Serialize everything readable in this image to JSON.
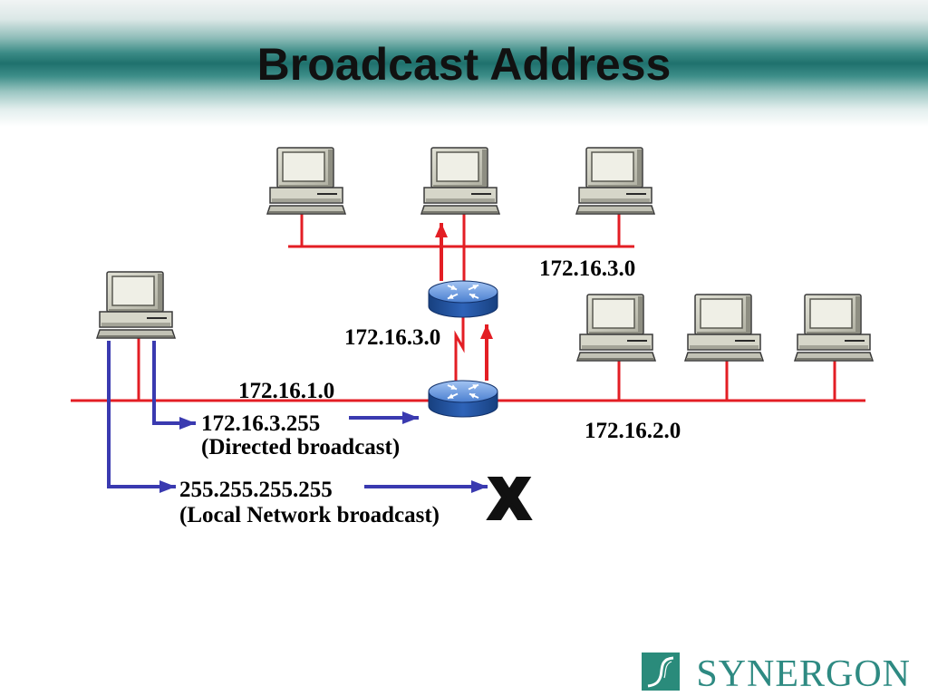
{
  "slide": {
    "title": "Broadcast Address"
  },
  "diagram": {
    "networks": {
      "top": "172.16.3.0",
      "router_link": "172.16.3.0",
      "left": "172.16.1.0",
      "right": "172.16.2.0"
    },
    "directed_broadcast": {
      "address": "172.16.3.255",
      "description": "(Directed broadcast)"
    },
    "local_broadcast": {
      "address": "255.255.255.255",
      "description": "(Local Network broadcast)"
    },
    "blocked_mark": "X",
    "icons": {
      "computer": "computer-icon",
      "router": "router-icon"
    }
  },
  "logo": {
    "text": "SYNERGON",
    "icon": "synergon-logo-icon"
  },
  "colors": {
    "network_line": "#e31e24",
    "broadcast_arrow": "#3a3ab0",
    "header_band": "#1d6d69",
    "logo": "#2a8b7b",
    "logo_text": "#2e8a82"
  }
}
